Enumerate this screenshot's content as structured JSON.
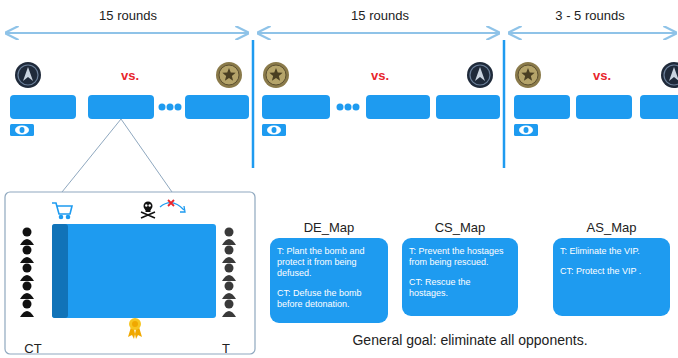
{
  "diagram": {
    "caption": "General goal: eliminate all opponents.",
    "nodes": [
      {
        "text": [
          "DE_Map",
          "T: Plant the bomb and protect it from being defused.",
          "CT: Defuse the bomb before detonation."
        ]
      },
      {
        "text": [
          "CS_Map",
          "T: Prevent the hostages from being rescued.",
          "CT: Rescue the hostages."
        ]
      },
      {
        "text": [
          "AS_Map",
          "T: Eliminate the VIP.",
          "CT: Protect the VIP ."
        ]
      }
    ],
    "labels": [
      "15 rounds",
      "15 rounds",
      "3 - 5 rounds",
      "vs.",
      "vs.",
      "vs.",
      "CT",
      "T"
    ]
  }
}
